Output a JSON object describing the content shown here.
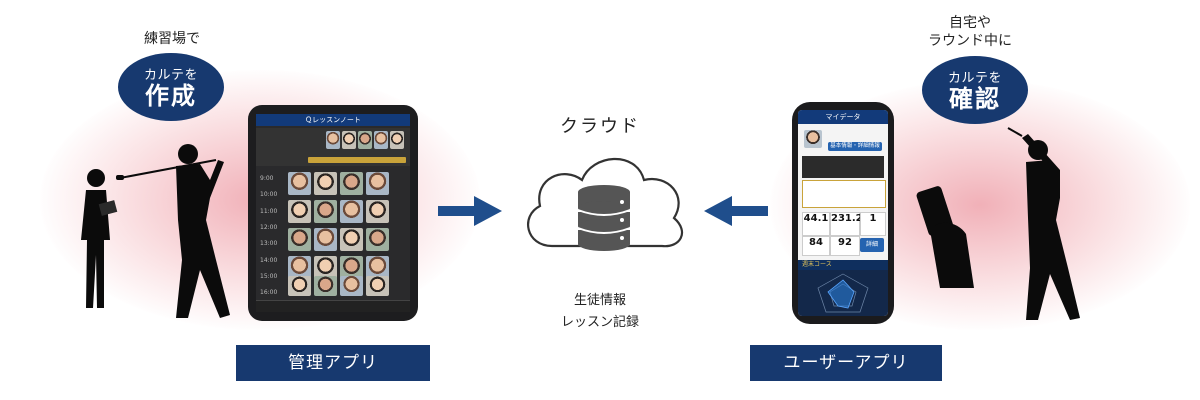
{
  "left": {
    "caption": "練習場で",
    "bubble_small": "カルテを",
    "bubble_big": "作成",
    "app_label": "管理アプリ"
  },
  "center": {
    "title": "クラウド",
    "sub_line1": "生徒情報",
    "sub_line2": "レッスン記録"
  },
  "right": {
    "caption_line1": "自宅や",
    "caption_line2": "ラウンド中に",
    "bubble_small": "カルテを",
    "bubble_big": "確認",
    "app_label": "ユーザーアプリ"
  },
  "tablet_screen": {
    "title": "Ｑレッスンノート",
    "row_labels": [
      "9:00",
      "10:00",
      "11:00",
      "12:00",
      "13:00",
      "14:00",
      "15:00",
      "16:00"
    ]
  },
  "phone_screen": {
    "title": "マイデータ",
    "button": "基本情報・詳細情報",
    "stats": [
      "44.1",
      "231.2",
      "1",
      "84",
      "92"
    ],
    "detail_button": "詳細",
    "course_label": "週末コース"
  },
  "colors": {
    "navy": "#17396f",
    "arrow": "#1f4e8c",
    "glow": "#ec96a0"
  }
}
